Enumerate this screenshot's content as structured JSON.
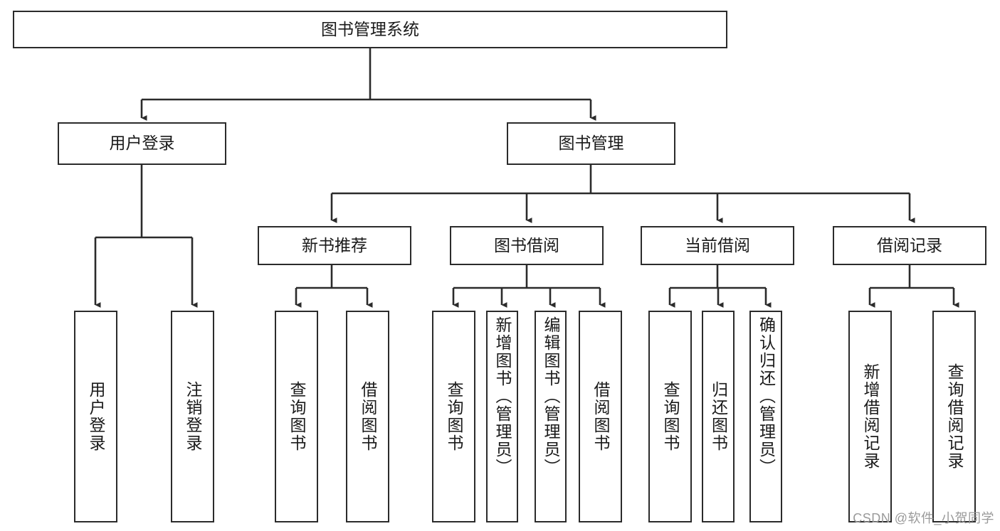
{
  "diagram": {
    "title": "图书管理系统",
    "watermark": "CSDN @软件_小贺同学",
    "colors": {
      "border": "#2b2b2b",
      "background": "#ffffff",
      "text": "#1a1a1a",
      "edge": "#2b2b2b",
      "watermark": "#9a9a9a"
    },
    "root": {
      "label": "图书管理系统"
    },
    "level2": [
      {
        "label": "用户登录"
      },
      {
        "label": "图书管理"
      }
    ],
    "level3": [
      {
        "label": "新书推荐"
      },
      {
        "label": "图书借阅"
      },
      {
        "label": "当前借阅"
      },
      {
        "label": "借阅记录"
      }
    ],
    "leaves": {
      "user_login": [
        {
          "label": "用户登录"
        },
        {
          "label": "注销登录"
        }
      ],
      "new_book_recommend": [
        {
          "label": "查询图书"
        },
        {
          "label": "借阅图书"
        }
      ],
      "book_borrow": [
        {
          "label": "查询图书"
        },
        {
          "label": "新增图书（管理员）"
        },
        {
          "label": "编辑图书（管理员）"
        },
        {
          "label": "借阅图书"
        }
      ],
      "current_borrow": [
        {
          "label": "查询图书"
        },
        {
          "label": "归还图书"
        },
        {
          "label": "确认归还（管理员）"
        }
      ],
      "borrow_record": [
        {
          "label": "新增借阅记录"
        },
        {
          "label": "查询借阅记录"
        }
      ]
    }
  }
}
